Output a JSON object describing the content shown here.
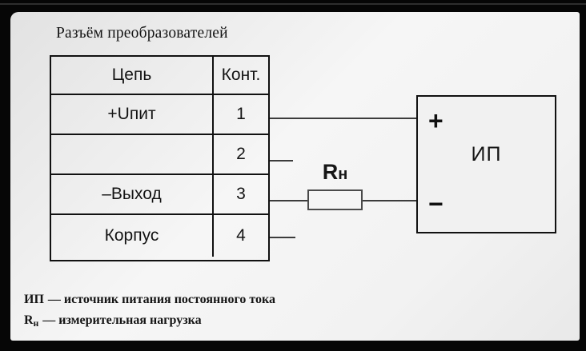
{
  "title": "Разъём преобразователей",
  "table": {
    "headers": {
      "circuit": "Цепь",
      "contact": "Конт."
    },
    "rows": [
      {
        "circuit": "+Uпит",
        "contact": "1"
      },
      {
        "circuit": "",
        "contact": "2"
      },
      {
        "circuit": "–Выход",
        "contact": "3"
      },
      {
        "circuit": "Корпус",
        "contact": "4"
      }
    ]
  },
  "resistor": {
    "label": "R",
    "label_sub": "н"
  },
  "power_source": {
    "plus": "+",
    "minus": "−",
    "label": "ИП"
  },
  "legend": [
    {
      "term": "ИП",
      "term_sub": "",
      "text": "— источник питания постоянного тока"
    },
    {
      "term": "R",
      "term_sub": "н",
      "text": "— измерительная нагрузка"
    }
  ],
  "colors": {
    "frame": "#060606",
    "panel": "#efefef",
    "ink": "#141414",
    "wire": "#3c3c3c"
  }
}
